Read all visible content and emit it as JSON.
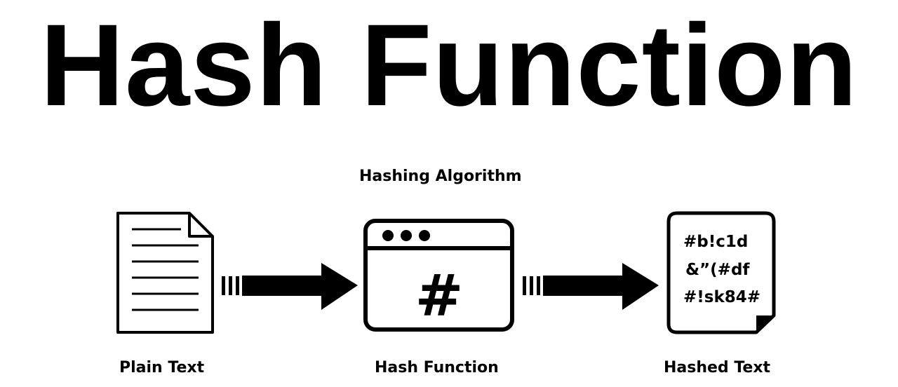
{
  "title": "Hash Function",
  "algorithm_label": "Hashing Algorithm",
  "nodes": {
    "plain": {
      "label": "Plain Text"
    },
    "hash_function": {
      "label": "Hash Function",
      "symbol": "#"
    },
    "hashed": {
      "label": "Hashed Text",
      "lines": [
        "#b!c1d",
        "&”(#df",
        "#!sk84#"
      ]
    }
  },
  "colors": {
    "foreground": "#000000",
    "background": "#ffffff"
  },
  "icons": {
    "plain": "document-icon",
    "hash_function": "browser-window-icon",
    "hashed": "hashed-document-icon",
    "arrow": "arrow-right-icon"
  }
}
